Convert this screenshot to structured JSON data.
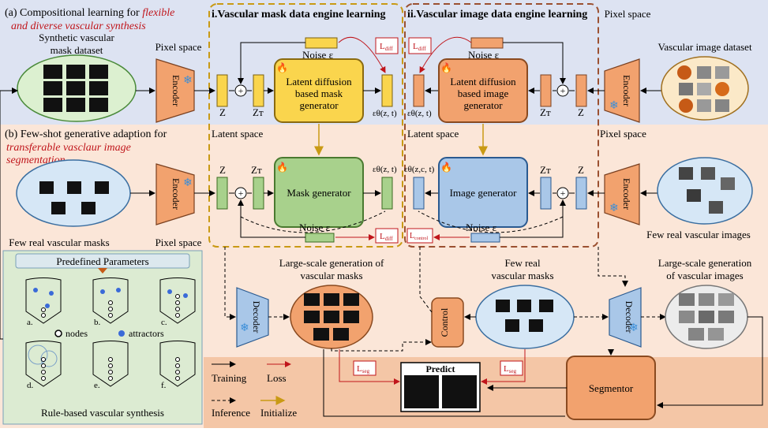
{
  "section_a": {
    "prefix": "(a) Compositional learning for ",
    "italic1": "flexible",
    "italic2": "and diverse vascular synthesis"
  },
  "section_b": {
    "prefix": "(b) Few-shot generative adaption for",
    "italic1": "transferable vasclaur image",
    "italic2": "segmentation"
  },
  "engine_i_title": "i.Vascular mask data engine learning",
  "engine_ii_title": "ii.Vascular image data engine learning",
  "labels": {
    "synthetic_dataset_line1": "Synthetic vascular",
    "synthetic_dataset_line2": "mask dataset",
    "pixel_space": "Pixel space",
    "latent_space": "Latent space",
    "vascular_image_dataset": "Vascular image dataset",
    "few_real_masks": "Few real vascular masks",
    "few_real_images": "Few real vascular images",
    "encoder": "Encoder",
    "decoder": "Decoder",
    "noise": "Noise ε",
    "z": "Z",
    "zt": "Zт",
    "eps_mask": "εθ(z, t)",
    "eps_image": "εθ(z,c, t)",
    "ldm_mask_l1": "Latent diffusion",
    "ldm_mask_l2": "based mask",
    "ldm_mask_l3": "generator",
    "ldm_image_l1": "Latent diffusion",
    "ldm_image_l2": "based image",
    "ldm_image_l3": "generator",
    "mask_generator": "Mask generator",
    "image_generator": "Image generator",
    "l_diff": "L",
    "l_diff_sub": "diff",
    "l_control_sub": "control",
    "l_seg_sub": "seg",
    "large_masks_l1": "Large-scale generation of",
    "large_masks_l2": "vascular masks",
    "few_real_masks_l1": "Few real",
    "few_real_masks_l2": "vascular masks",
    "large_images_l1": "Large-scale generation",
    "large_images_l2": "of vascular images",
    "control": "Control",
    "predict": "Predict",
    "segmentor": "Segmentor",
    "predefined_parameters": "Predefined Parameters",
    "nodes": "nodes",
    "attractors": "attractors",
    "rule_based": "Rule-based vascular synthesis",
    "sub_a": "a.",
    "sub_b": "b.",
    "sub_c": "c.",
    "sub_d": "d.",
    "sub_e": "e.",
    "sub_f": "f."
  },
  "legend": {
    "training": "Training",
    "loss": "Loss",
    "inference": "Inference",
    "initialize": "Initialize"
  },
  "colors": {
    "top_bg": "#dde3f2",
    "mid_bg": "#fbe6d8",
    "bottom_bg": "#f4c6a6",
    "green_panel": "#dcebd2",
    "yellow_block": "#fad54d",
    "orange_block": "#f2a26e",
    "green_block": "#a8d18c",
    "blue_block": "#a9c7e8",
    "red_text": "#c0151b",
    "gold": "#c99a14"
  }
}
